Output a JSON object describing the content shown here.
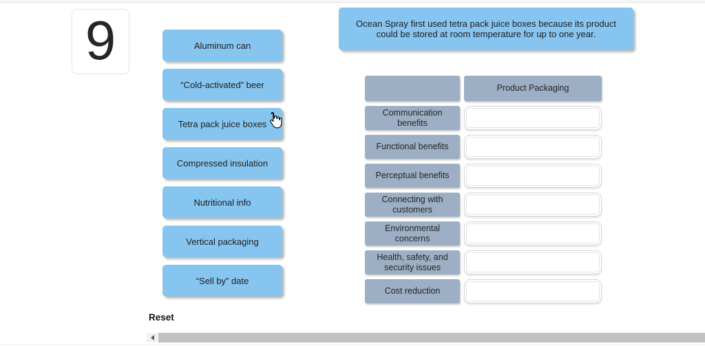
{
  "question": {
    "number": "9"
  },
  "options": [
    "Aluminum can",
    "“Cold-activated” beer",
    "Tetra pack juice boxes",
    "Compressed insulation",
    "Nutritional info",
    "Vertical packaging",
    "“Sell by” date"
  ],
  "hint": {
    "text": "Ocean Spray first used tetra pack juice boxes because its product could be stored at room temperature for up to one year."
  },
  "table": {
    "header": {
      "row_label": "",
      "column_label": "Product Packaging"
    },
    "rows": [
      {
        "label": "Communication benefits",
        "value": ""
      },
      {
        "label": "Functional benefits",
        "value": ""
      },
      {
        "label": "Perceptual benefits",
        "value": ""
      },
      {
        "label": "Connecting with customers",
        "value": ""
      },
      {
        "label": "Environmental concerns",
        "value": ""
      },
      {
        "label": "Health, safety, and security issues",
        "value": ""
      },
      {
        "label": "Cost reduction",
        "value": ""
      }
    ]
  },
  "controls": {
    "reset_label": "Reset"
  },
  "scrollbar": {
    "orientation": "horizontal",
    "left_arrow_icon": "left-triangle"
  },
  "cursor": {
    "type": "hand-pointer",
    "over_option": "Tetra pack juice boxes"
  },
  "colors": {
    "option_blue": "#86c5ef",
    "table_header_blue_gray": "#9cafc4",
    "scrollbar_thumb": "#c2c2c2",
    "scrollbar_track": "#f1f1f1"
  }
}
